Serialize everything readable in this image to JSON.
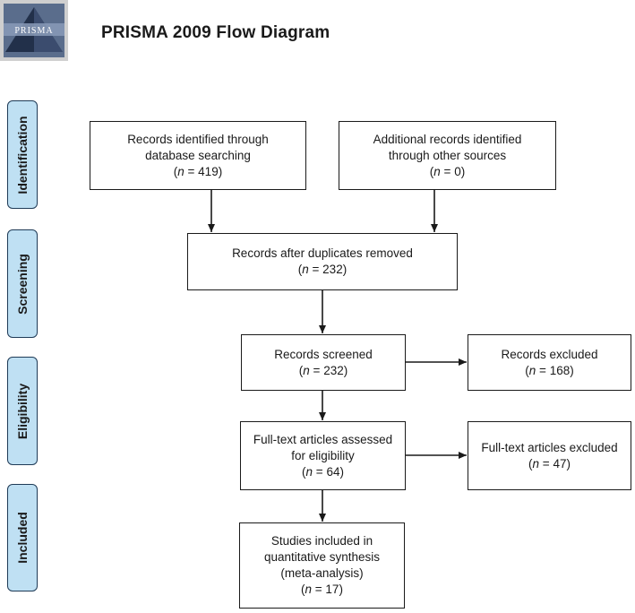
{
  "logo": {
    "text": "PRISMA"
  },
  "title": "PRISMA 2009 Flow Diagram",
  "stages": [
    {
      "label": "Identification"
    },
    {
      "label": "Screening"
    },
    {
      "label": "Eligibility"
    },
    {
      "label": "Included"
    }
  ],
  "boxes": {
    "db_search": {
      "lines": [
        "Records identified through",
        "database searching"
      ],
      "n": "419"
    },
    "other_sources": {
      "lines": [
        "Additional records identified",
        "through other sources"
      ],
      "n": "0"
    },
    "dedup": {
      "lines": [
        "Records after duplicates removed"
      ],
      "n": "232"
    },
    "screened": {
      "lines": [
        "Records screened"
      ],
      "n": "232"
    },
    "excluded": {
      "lines": [
        "Records excluded"
      ],
      "n": "168"
    },
    "fulltext": {
      "lines": [
        "Full-text articles assessed",
        "for eligibility"
      ],
      "n": "64"
    },
    "fulltext_excluded": {
      "lines": [
        "Full-text articles excluded"
      ],
      "n": "47"
    },
    "included": {
      "lines": [
        "Studies included in",
        "quantitative synthesis",
        "(meta-analysis)"
      ],
      "n": "17"
    }
  }
}
